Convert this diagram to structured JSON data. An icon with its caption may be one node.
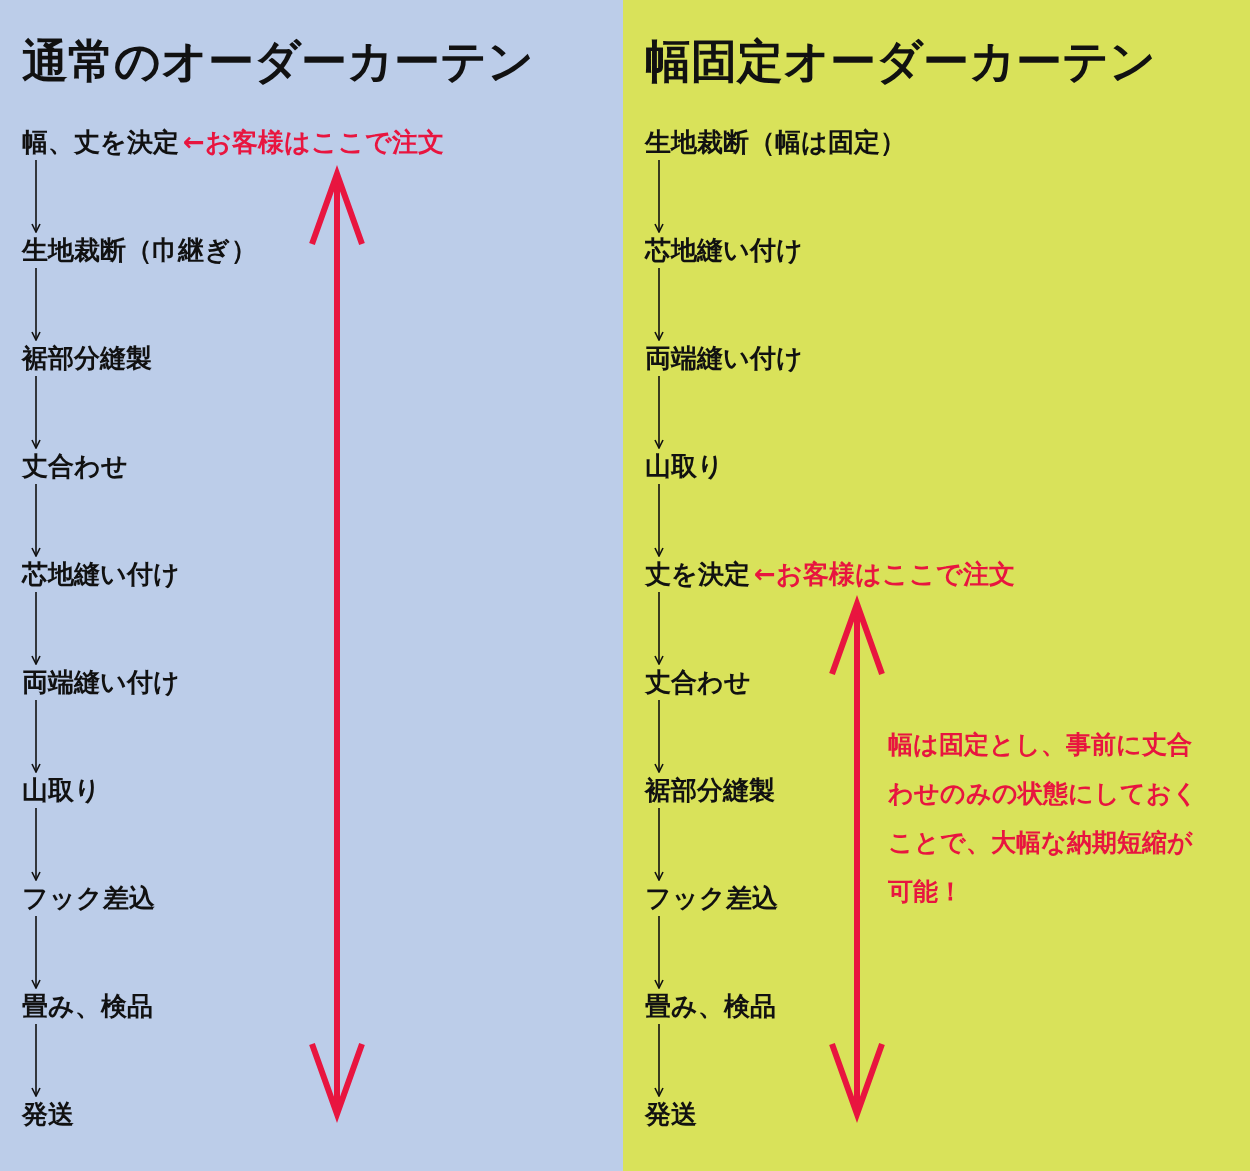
{
  "diagram": {
    "nodes": [
      {
        "text": [
          "通常のオーダーカーテン"
        ]
      },
      {
        "text": [
          "幅、丈を決定"
        ],
        "in": 0,
        "beside": [
          "←お客様はここで注文"
        ]
      },
      {
        "text": [
          "生地裁断（巾継ぎ）"
        ],
        "in": 0
      },
      {
        "text": [
          "裾部分縫製"
        ],
        "in": 0
      },
      {
        "text": [
          "丈合わせ"
        ],
        "in": 0
      },
      {
        "text": [
          "芯地縫い付け"
        ],
        "in": 0
      },
      {
        "text": [
          "両端縫い付け"
        ],
        "in": 0
      },
      {
        "text": [
          "山取り"
        ],
        "in": 0
      },
      {
        "text": [
          "フック差込"
        ],
        "in": 0
      },
      {
        "text": [
          "畳み、検品"
        ],
        "in": 0
      },
      {
        "text": [
          "発送"
        ],
        "in": 0
      },
      {
        "text": [
          "幅固定オーダーカーテン"
        ]
      },
      {
        "text": [
          "生地裁断（幅は固定）"
        ],
        "in": 11
      },
      {
        "text": [
          "芯地縫い付け"
        ],
        "in": 11
      },
      {
        "text": [
          "両端縫い付け"
        ],
        "in": 11
      },
      {
        "text": [
          "山取り"
        ],
        "in": 11
      },
      {
        "text": [
          "丈を決定"
        ],
        "in": 11,
        "beside": [
          "←お客様はここで注文"
        ]
      },
      {
        "text": [
          "丈合わせ"
        ],
        "in": 11
      },
      {
        "text": [
          "裾部分縫製"
        ],
        "in": 11
      },
      {
        "text": [
          "フック差込"
        ],
        "in": 11
      },
      {
        "text": [
          "畳み、検品"
        ],
        "in": 11
      },
      {
        "text": [
          "発送"
        ],
        "in": 11
      }
    ],
    "edges": [
      {
        "from": 1,
        "to": 2,
        "arrow": "to"
      },
      {
        "from": 2,
        "to": 3,
        "arrow": "to"
      },
      {
        "from": 3,
        "to": 4,
        "arrow": "to"
      },
      {
        "from": 4,
        "to": 5,
        "arrow": "to"
      },
      {
        "from": 5,
        "to": 6,
        "arrow": "to"
      },
      {
        "from": 6,
        "to": 7,
        "arrow": "to"
      },
      {
        "from": 7,
        "to": 8,
        "arrow": "to"
      },
      {
        "from": 8,
        "to": 9,
        "arrow": "to"
      },
      {
        "from": 9,
        "to": 10,
        "arrow": "to"
      },
      {
        "from": 12,
        "to": 13,
        "arrow": "to"
      },
      {
        "from": 13,
        "to": 14,
        "arrow": "to"
      },
      {
        "from": 14,
        "to": 15,
        "arrow": "to"
      },
      {
        "from": 15,
        "to": 16,
        "arrow": "to"
      },
      {
        "from": 16,
        "to": 17,
        "arrow": "to"
      },
      {
        "from": 17,
        "to": 18,
        "arrow": "to"
      },
      {
        "from": 18,
        "to": 19,
        "arrow": "to"
      },
      {
        "from": 19,
        "to": 20,
        "arrow": "to"
      },
      {
        "from": 20,
        "to": 21,
        "arrow": "to"
      }
    ],
    "labels": [
      "幅は固定とし、事前に丈合わせのみの状態にしておくことで、大幅な納期短縮が可能！"
    ]
  }
}
